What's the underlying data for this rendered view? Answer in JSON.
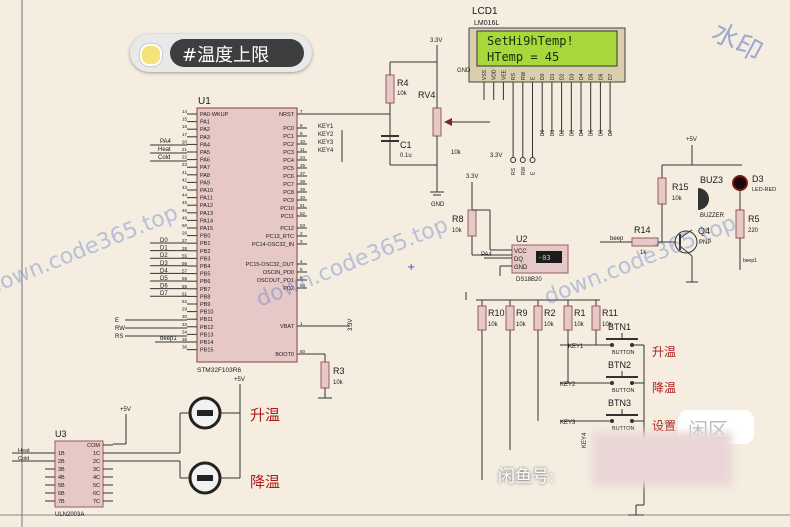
{
  "header_tag": {
    "label": "#温度上限"
  },
  "watermarks": {
    "corner": "水印",
    "site": "down.code365.top"
  },
  "lcd": {
    "ref": "LCD1",
    "model": "LM016L",
    "line1": "SetHi9hTemp!",
    "line2": "HTemp = 45",
    "pins": [
      "VSS",
      "VDD",
      "VEE",
      "RS",
      "RW",
      "E",
      "D0",
      "D1",
      "D2",
      "D3",
      "D4",
      "D5",
      "D6",
      "D7"
    ]
  },
  "mcu": {
    "ref": "U1",
    "part": "STM32F103R6",
    "left_pins": [
      "PA0-WKUP",
      "PA1",
      "PA2",
      "PA3",
      "PA4",
      "PA5",
      "PA6",
      "PA7",
      "PA8",
      "PA9",
      "PA10",
      "PA11",
      "PA12",
      "PA13",
      "PA14",
      "PA15",
      "PB0",
      "PB1",
      "PB2",
      "PB3",
      "PB4",
      "PB5",
      "PB6",
      "PB7",
      "PB8",
      "PB9",
      "PB10",
      "PB11",
      "PB12",
      "PB13",
      "PB14",
      "PB15"
    ],
    "right_pins": [
      "NRST",
      "PC0",
      "PC1",
      "PC2",
      "PC3",
      "PC4",
      "PC5",
      "PC6",
      "PC7",
      "PC8",
      "PC9",
      "PC10",
      "PC11",
      "PC12",
      "PC13_RTC",
      "PC14-OSC32_IN",
      "PC15-OSC32_OUT",
      "OSCIN_PD0",
      "OSCOUT_PD1",
      "PD2",
      "VBAT",
      "BOOT0"
    ],
    "left_nums": [
      "14",
      "15",
      "16",
      "17",
      "20",
      "21",
      "22",
      "23",
      "41",
      "42",
      "43",
      "44",
      "45",
      "46",
      "49",
      "50",
      "26",
      "27",
      "28",
      "55",
      "56",
      "57",
      "58",
      "59",
      "61",
      "62",
      "29",
      "30",
      "33",
      "34",
      "35",
      "36"
    ],
    "right_nums": [
      "7",
      "8",
      "9",
      "10",
      "11",
      "24",
      "25",
      "37",
      "38",
      "39",
      "40",
      "51",
      "52",
      "53",
      "2",
      "3",
      "4",
      "5",
      "6",
      "54",
      "1",
      "60"
    ]
  },
  "net_labels": {
    "pa4": "PA4",
    "heat": "Heat",
    "cold": "Cold",
    "keys": [
      "KEY1",
      "KEY2",
      "KEY3",
      "KEY4"
    ],
    "data": [
      "D0",
      "D1",
      "D2",
      "D3",
      "D4",
      "D5",
      "D6",
      "D7"
    ],
    "ctrl": [
      "E",
      "RW",
      "RS"
    ],
    "beep": "beep1",
    "beep_in": "beep"
  },
  "parts": {
    "r4": {
      "ref": "R4",
      "val": "10k"
    },
    "rv4": {
      "ref": "RV4",
      "val": "10k"
    },
    "c1": {
      "ref": "C1",
      "val": "0.1u"
    },
    "r3": {
      "ref": "R3",
      "val": "10k"
    },
    "r8": {
      "ref": "R8",
      "val": "10k"
    },
    "u2": {
      "ref": "U2",
      "part": "DS18B20",
      "pins": [
        "VCC",
        "DQ",
        "GND"
      ]
    },
    "r14": {
      "ref": "R14",
      "val": "1k"
    },
    "r15": {
      "ref": "R15",
      "val": "10k"
    },
    "q4": {
      "ref": "Q4",
      "val": "PNP"
    },
    "buz": {
      "ref": "BUZ3",
      "val": "BUZZER"
    },
    "d3": {
      "ref": "D3",
      "val": "LED-RED"
    },
    "r5": {
      "ref": "R5",
      "val": "220"
    },
    "r_pull": [
      "R10",
      "R9",
      "R2",
      "R1",
      "R11"
    ],
    "r_pull_val": "10k",
    "btn": [
      "BTN1",
      "BTN2",
      "BTN3"
    ],
    "btn_type": "BUTTON",
    "u3": {
      "ref": "U3",
      "part": "ULN2003A",
      "left": [
        "1B",
        "2B",
        "3B",
        "4B",
        "5B",
        "6B",
        "7B"
      ],
      "right": [
        "COM",
        "1C",
        "2C",
        "3C",
        "4C",
        "5C",
        "6C",
        "7C"
      ]
    }
  },
  "power": {
    "v33": "3.3V",
    "v5": "+5V",
    "gnd": "GND"
  },
  "cn_labels": {
    "heat": "升温",
    "cool": "降温",
    "setup": "设置",
    "motor1": "升温",
    "motor2": "降温"
  },
  "bottom": {
    "xianyu": "闲鱼号:",
    "bubble": "闲区"
  }
}
